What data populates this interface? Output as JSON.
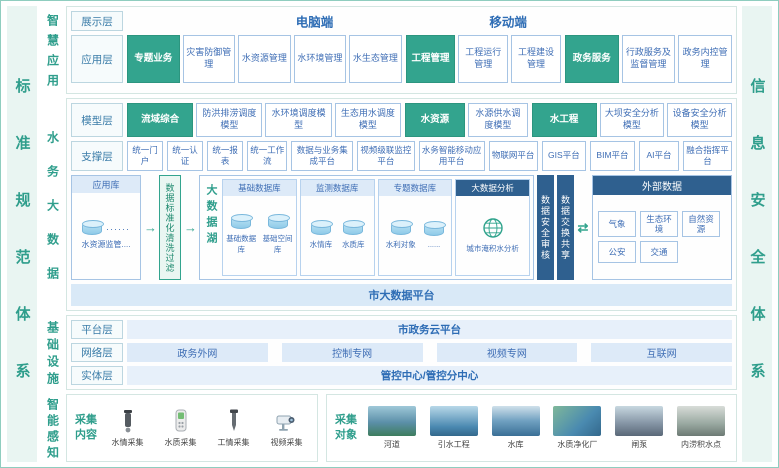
{
  "sidebars": {
    "left": "标准规范体系",
    "right": "信息安全体系"
  },
  "icons": {
    "arrow_right": "→",
    "arrow_swap": "⇄"
  },
  "smart_app": {
    "section_label": "智慧应用",
    "display_label": "展示层",
    "pc": "电脑端",
    "mobile": "移动端",
    "app_label": "应用层",
    "cat1": "专题业务",
    "g1": [
      "灾害防御管理",
      "水资源管理",
      "水环境管理",
      "水生态管理"
    ],
    "cat2": "工程管理",
    "g2": [
      "工程运行管理",
      "工程建设管理"
    ],
    "cat3": "政务服务",
    "g3": [
      "行政服务及监督管理",
      "政务内控管理"
    ]
  },
  "big_data": {
    "section_label": "水务大数据",
    "model_label": "模型层",
    "mcat1": "流域综合",
    "mg1": [
      "防洪排涝调度模型",
      "水环境调度模型",
      "生态用水调度模型"
    ],
    "mcat2": "水资源",
    "mg2": [
      "水源供水调度模型"
    ],
    "mcat3": "水工程",
    "mg3": [
      "大坝安全分析模型",
      "设备安全分析模型"
    ],
    "support_label": "支撑层",
    "support": [
      "统一门户",
      "统一认证",
      "统一报表",
      "统一工作流",
      "数据与业务集成平台",
      "视频级联监控平台",
      "水务智能移动应用平台",
      "物联网平台",
      "GIS平台",
      "BIM平台",
      "AI平台",
      "融合指挥平台"
    ],
    "app_db_title": "应用库",
    "app_db_dots": "······",
    "app_db_caption": "水资源监管....",
    "cleaning": "数据标准化清洗过滤",
    "lake_label": "大数据湖",
    "lake1_title": "基础数据库",
    "lake1_dbs": [
      "基础数据库",
      "基础空间库"
    ],
    "lake2_title": "监测数据库",
    "lake2_dbs": [
      "水情库",
      "水质库"
    ],
    "lake3_title": "专题数据库",
    "lake3_dbs": [
      "水利对象",
      "......"
    ],
    "lake4_title": "大数据分析",
    "lake4_caption": "城市淹积水分析",
    "audit": "数据安全审核",
    "exchange": "数据交换共享",
    "external_title": "外部数据",
    "external": [
      "气象",
      "生态环境",
      "自然资源",
      "公安",
      "交通"
    ],
    "city_platform": "市大数据平台"
  },
  "infrastructure": {
    "section_label": "基础设施",
    "platform_label": "平台层",
    "platform_value": "市政务云平台",
    "network_label": "网络层",
    "networks": [
      "政务外网",
      "控制专网",
      "视频专网",
      "互联网"
    ],
    "entity_label": "实体层",
    "entity_value": "管控中心/管控分中心"
  },
  "perception": {
    "section_label": "智能感知",
    "content_label": "采集内容",
    "sensors": [
      "水情采集",
      "水质采集",
      "工情采集",
      "视频采集"
    ],
    "objects_label": "采集对象",
    "objects": [
      "河道",
      "引水工程",
      "水库",
      "水质净化厂",
      "闸泵",
      "内涝积水点"
    ]
  }
}
